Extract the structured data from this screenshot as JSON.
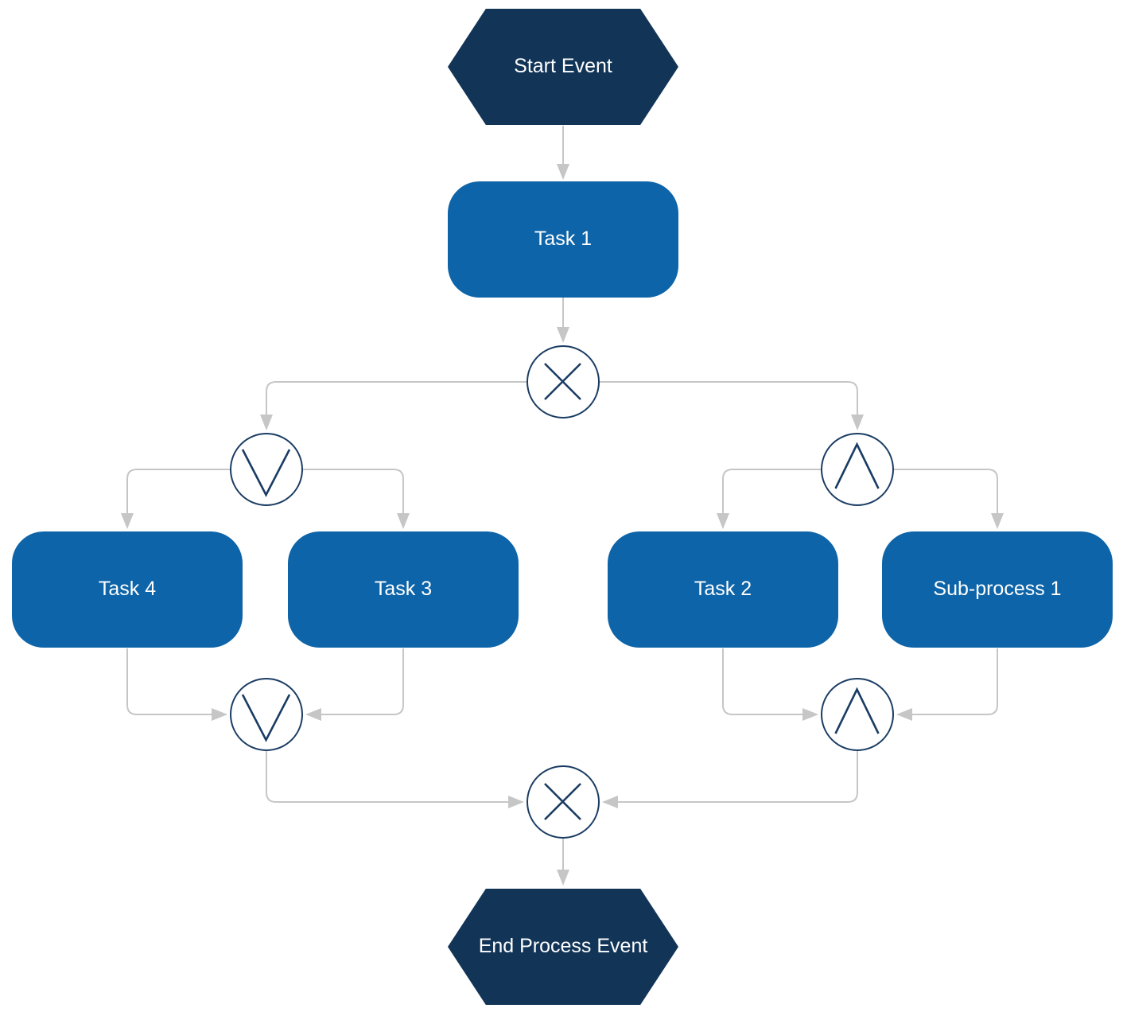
{
  "colors": {
    "event_fill": "#113457",
    "task_fill": "#0D64A8",
    "gateway_stroke": "#1A3C63",
    "connector": "#C6C6C6",
    "node_text": "#FFFFFF",
    "canvas_bg": "#FFFFFF"
  },
  "nodes": {
    "start": {
      "label": "Start Event",
      "type": "start-event"
    },
    "task1": {
      "label": "Task 1",
      "type": "task"
    },
    "task4": {
      "label": "Task 4",
      "type": "task"
    },
    "task3": {
      "label": "Task 3",
      "type": "task"
    },
    "task2": {
      "label": "Task 2",
      "type": "task"
    },
    "subprocess1": {
      "label": "Sub-process 1",
      "type": "sub-process"
    },
    "end": {
      "label": "End Process Event",
      "type": "end-event"
    }
  },
  "gateways": {
    "xor_split": {
      "symbol": "X",
      "meaning": "exclusive-or"
    },
    "or_split": {
      "symbol": "V",
      "meaning": "or"
    },
    "and_split": {
      "symbol": "^",
      "meaning": "and"
    },
    "or_join": {
      "symbol": "V",
      "meaning": "or"
    },
    "and_join": {
      "symbol": "^",
      "meaning": "and"
    },
    "xor_join": {
      "symbol": "X",
      "meaning": "exclusive-or"
    }
  },
  "edges": [
    {
      "from": "start",
      "to": "task1"
    },
    {
      "from": "task1",
      "to": "xor_split"
    },
    {
      "from": "xor_split",
      "to": "or_split"
    },
    {
      "from": "xor_split",
      "to": "and_split"
    },
    {
      "from": "or_split",
      "to": "task4"
    },
    {
      "from": "or_split",
      "to": "task3"
    },
    {
      "from": "and_split",
      "to": "task2"
    },
    {
      "from": "and_split",
      "to": "subprocess1"
    },
    {
      "from": "task4",
      "to": "or_join"
    },
    {
      "from": "task3",
      "to": "or_join"
    },
    {
      "from": "task2",
      "to": "and_join"
    },
    {
      "from": "subprocess1",
      "to": "and_join"
    },
    {
      "from": "or_join",
      "to": "xor_join"
    },
    {
      "from": "and_join",
      "to": "xor_join"
    },
    {
      "from": "xor_join",
      "to": "end"
    }
  ]
}
